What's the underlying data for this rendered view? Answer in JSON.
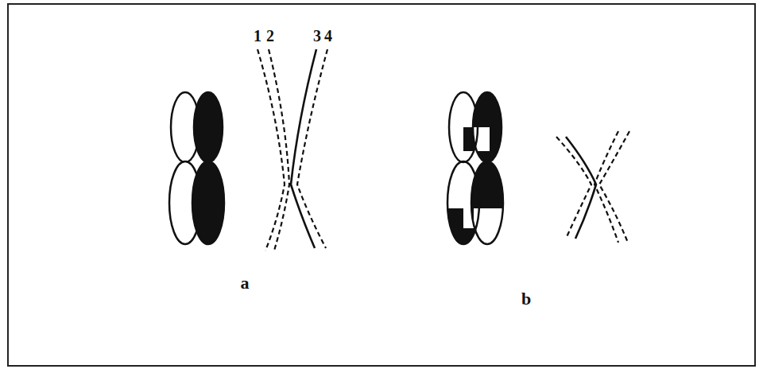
{
  "diagram": {
    "labels": [
      "1",
      "2",
      "3",
      "4",
      "a",
      "b"
    ]
  }
}
